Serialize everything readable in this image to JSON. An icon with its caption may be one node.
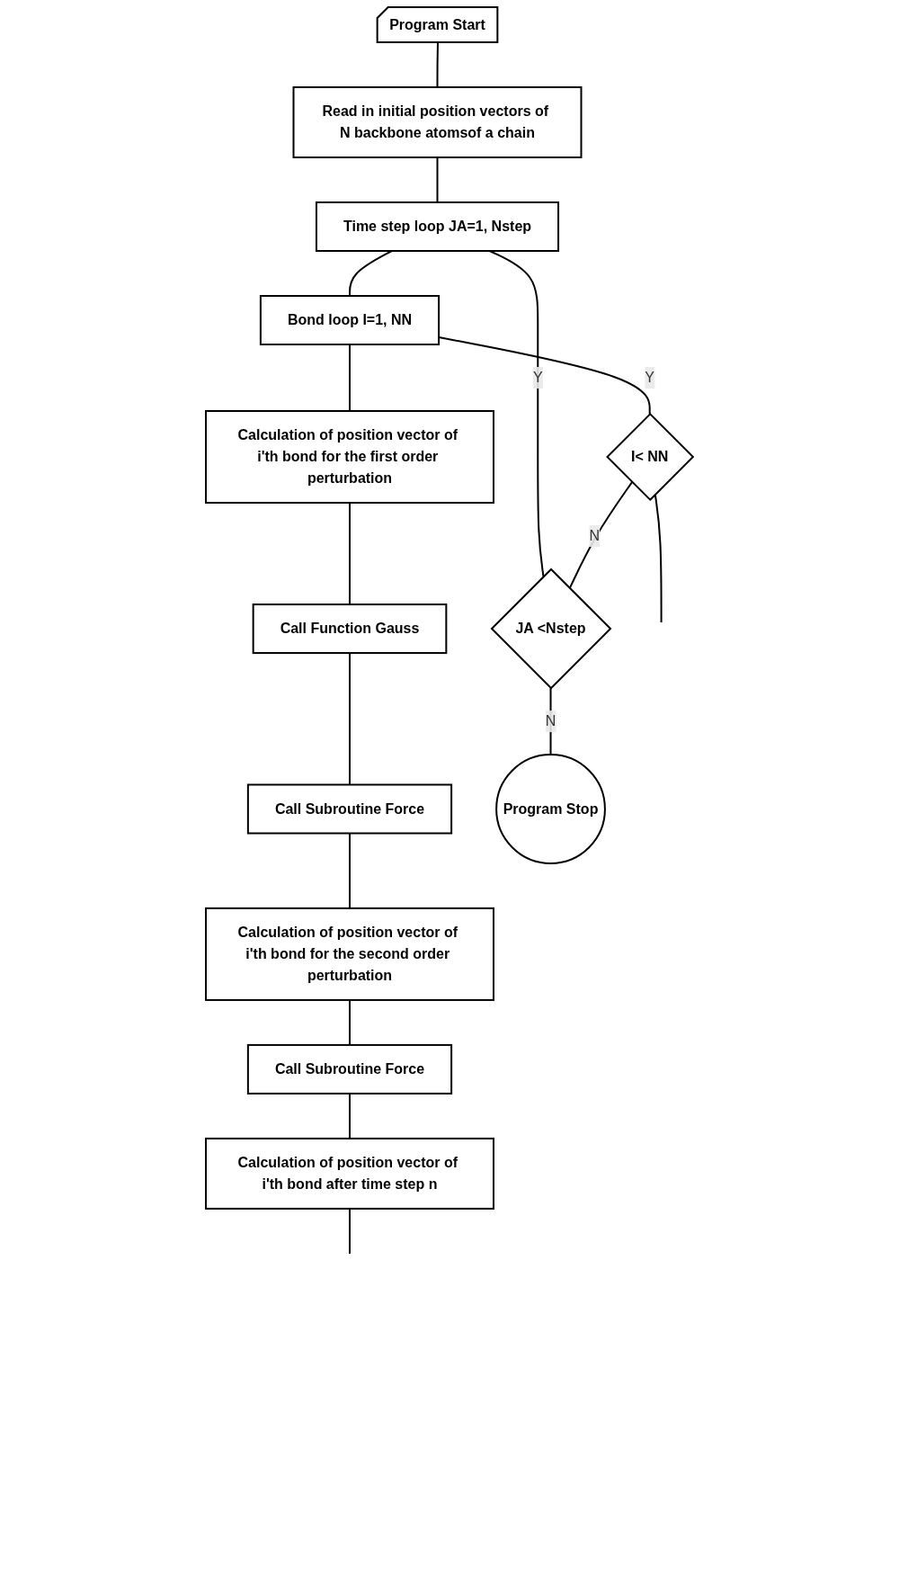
{
  "diagram": {
    "nodes": [
      {
        "text": [
          "Program Start"
        ]
      },
      {
        "text": [
          "Read in initial position vectors of N backbone atomsof a chain"
        ]
      },
      {
        "text": [
          "Time step loop JA=1, Nstep"
        ]
      },
      {
        "text": [
          "Bond loop I=1, NN"
        ]
      },
      {
        "text": [
          "Calculation of position vector of i'th bond for the first order perturbation"
        ]
      },
      {
        "text": [
          "Call Function Gauss"
        ]
      },
      {
        "text": [
          "Call Subroutine Force"
        ]
      },
      {
        "text": [
          "Calculation of position vector of i'th bond for the second order perturbation"
        ]
      },
      {
        "text": [
          "Call Subroutine Force"
        ]
      },
      {
        "text": [
          "Calculation of position vector of i'th bond after time step n"
        ]
      },
      {
        "text": [
          "Program Stop"
        ]
      },
      {
        "text": [
          "JA <Nstep"
        ]
      },
      {
        "text": [
          "I< NN"
        ]
      }
    ],
    "edges": [
      {
        "from": 0,
        "to": 1,
        "arrow": "none"
      },
      {
        "from": 1,
        "to": 2,
        "arrow": "none"
      },
      {
        "from": 2,
        "to": 3,
        "arrow": "none"
      },
      {
        "from": 3,
        "to": 4,
        "arrow": "none"
      },
      {
        "from": 4,
        "to": 5,
        "arrow": "none"
      },
      {
        "from": 5,
        "to": 6,
        "arrow": "none"
      },
      {
        "from": 6,
        "to": 7,
        "arrow": "none"
      },
      {
        "from": 7,
        "to": 8,
        "arrow": "none"
      },
      {
        "from": 8,
        "to": 9,
        "arrow": "none"
      },
      {
        "from": 9,
        "to": null,
        "arrow": "none"
      },
      {
        "from": 2,
        "to": 11,
        "label": "Y",
        "arrow": "none"
      },
      {
        "from": 11,
        "to": 10,
        "label": "N",
        "arrow": "none"
      },
      {
        "from": 12,
        "to": 11,
        "label": "N",
        "arrow": "none"
      },
      {
        "from": 3,
        "to": 12,
        "label": "Y",
        "arrow": "none"
      },
      {
        "from": 12,
        "to": null,
        "arrow": "none"
      }
    ]
  }
}
